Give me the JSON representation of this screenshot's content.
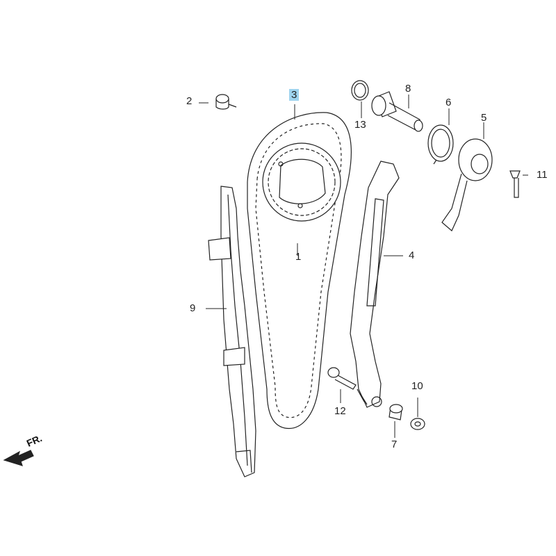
{
  "callouts": {
    "p1": "1",
    "p2": "2",
    "p3": "3",
    "p4": "4",
    "p5": "5",
    "p6": "6",
    "p7": "7",
    "p8": "8",
    "p9": "9",
    "p10": "10",
    "p11": "11",
    "p12": "12",
    "p13": "13"
  },
  "highlighted_callout": "3",
  "highlight_color": "#9fd4ef",
  "direction_indicator": "FR."
}
